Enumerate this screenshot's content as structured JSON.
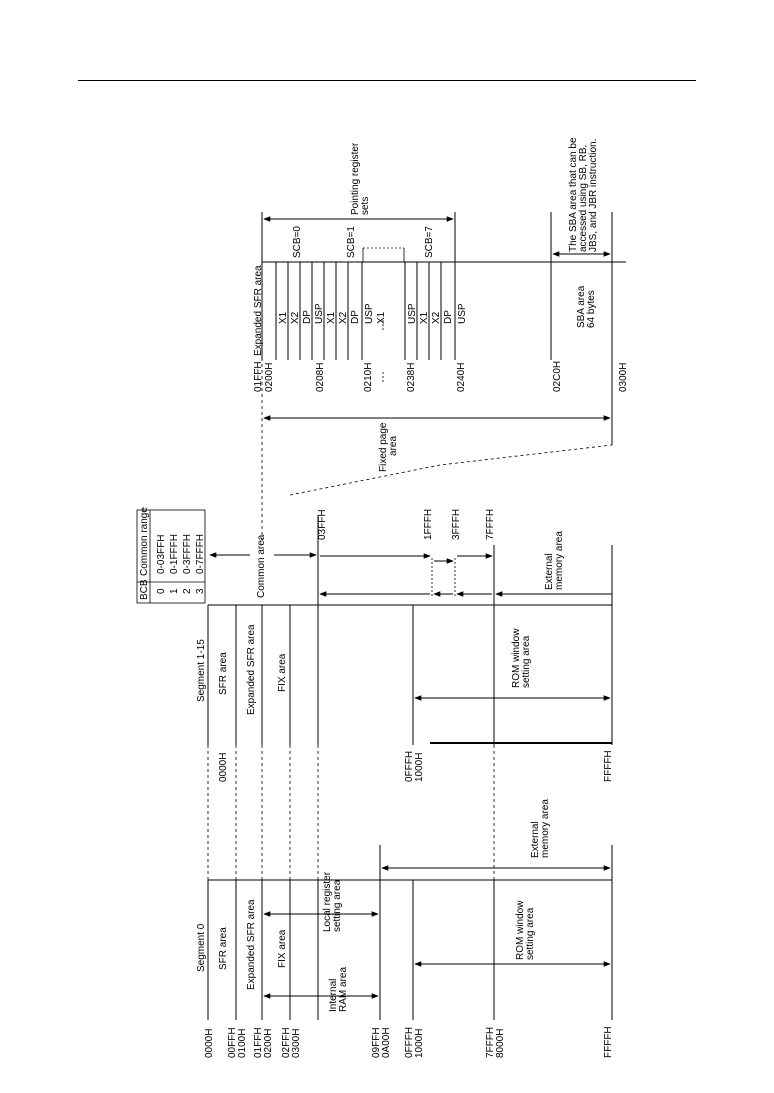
{
  "segment0": {
    "title": "Segment 0",
    "addresses": [
      "0000H",
      "00FFH",
      "0100H",
      "01FFH",
      "0200H",
      "02FFH",
      "0300H",
      "09FFH",
      "0A00H",
      "0FFFH",
      "1000H",
      "7FFFH",
      "8000H",
      "FFFFH"
    ],
    "areas": [
      "SFR area",
      "Expanded SFR area",
      "FIX area"
    ],
    "internal_ram": [
      "Internal",
      "RAM area"
    ],
    "local_register": [
      "Local register",
      "setting area"
    ],
    "rom_window": [
      "ROM window",
      "setting area"
    ],
    "external_memory": [
      "External",
      "memory area"
    ]
  },
  "segment1_15": {
    "title": "Segment 1-15",
    "addresses": [
      "0000H",
      "0FFFH",
      "1000H",
      "FFFFH"
    ],
    "areas": [
      "SFR area",
      "Expanded SFR area",
      "FIX area"
    ],
    "rom_window": [
      "ROM window",
      "setting area"
    ],
    "common_area": "Common area",
    "ends": [
      "03FFH",
      "1FFFH",
      "3FFFH",
      "7FFFH"
    ],
    "external_memory": [
      "External",
      "memory area"
    ]
  },
  "bcb_table": {
    "headers": [
      "BCB",
      "Common range"
    ],
    "rows": [
      [
        "0",
        "0-03FFH"
      ],
      [
        "1",
        "0-1FFFH"
      ],
      [
        "2",
        "0-3FFFH"
      ],
      [
        "3",
        "0-7FFFH"
      ]
    ]
  },
  "fixed_page": {
    "label": [
      "Fixed page",
      "area"
    ],
    "addresses": [
      "01FFH",
      "0200H",
      "0208H",
      "0210H",
      "0238H",
      "0240H",
      "02C0H",
      "0300H"
    ],
    "expanded_sfr": "Expanded SFR area",
    "group1_regs": [
      "X1",
      "X2",
      "DP",
      "USP"
    ],
    "group2_regs": [
      "X1",
      "X2",
      "DP",
      "USP"
    ],
    "group3_regs": [
      "X1",
      "USP"
    ],
    "group4_regs": [
      "X1",
      "X2",
      "DP",
      "USP"
    ],
    "scb_labels": [
      "SCB=0",
      "SCB=1",
      "SCB=7"
    ],
    "pointing": [
      "Pointing register",
      "sets"
    ],
    "sba_area": [
      "SBA area",
      "64 bytes"
    ],
    "sba_note": [
      "The SBA area that can be",
      "accessed using SB, RB,",
      "JBS, and JBR instruction."
    ]
  }
}
